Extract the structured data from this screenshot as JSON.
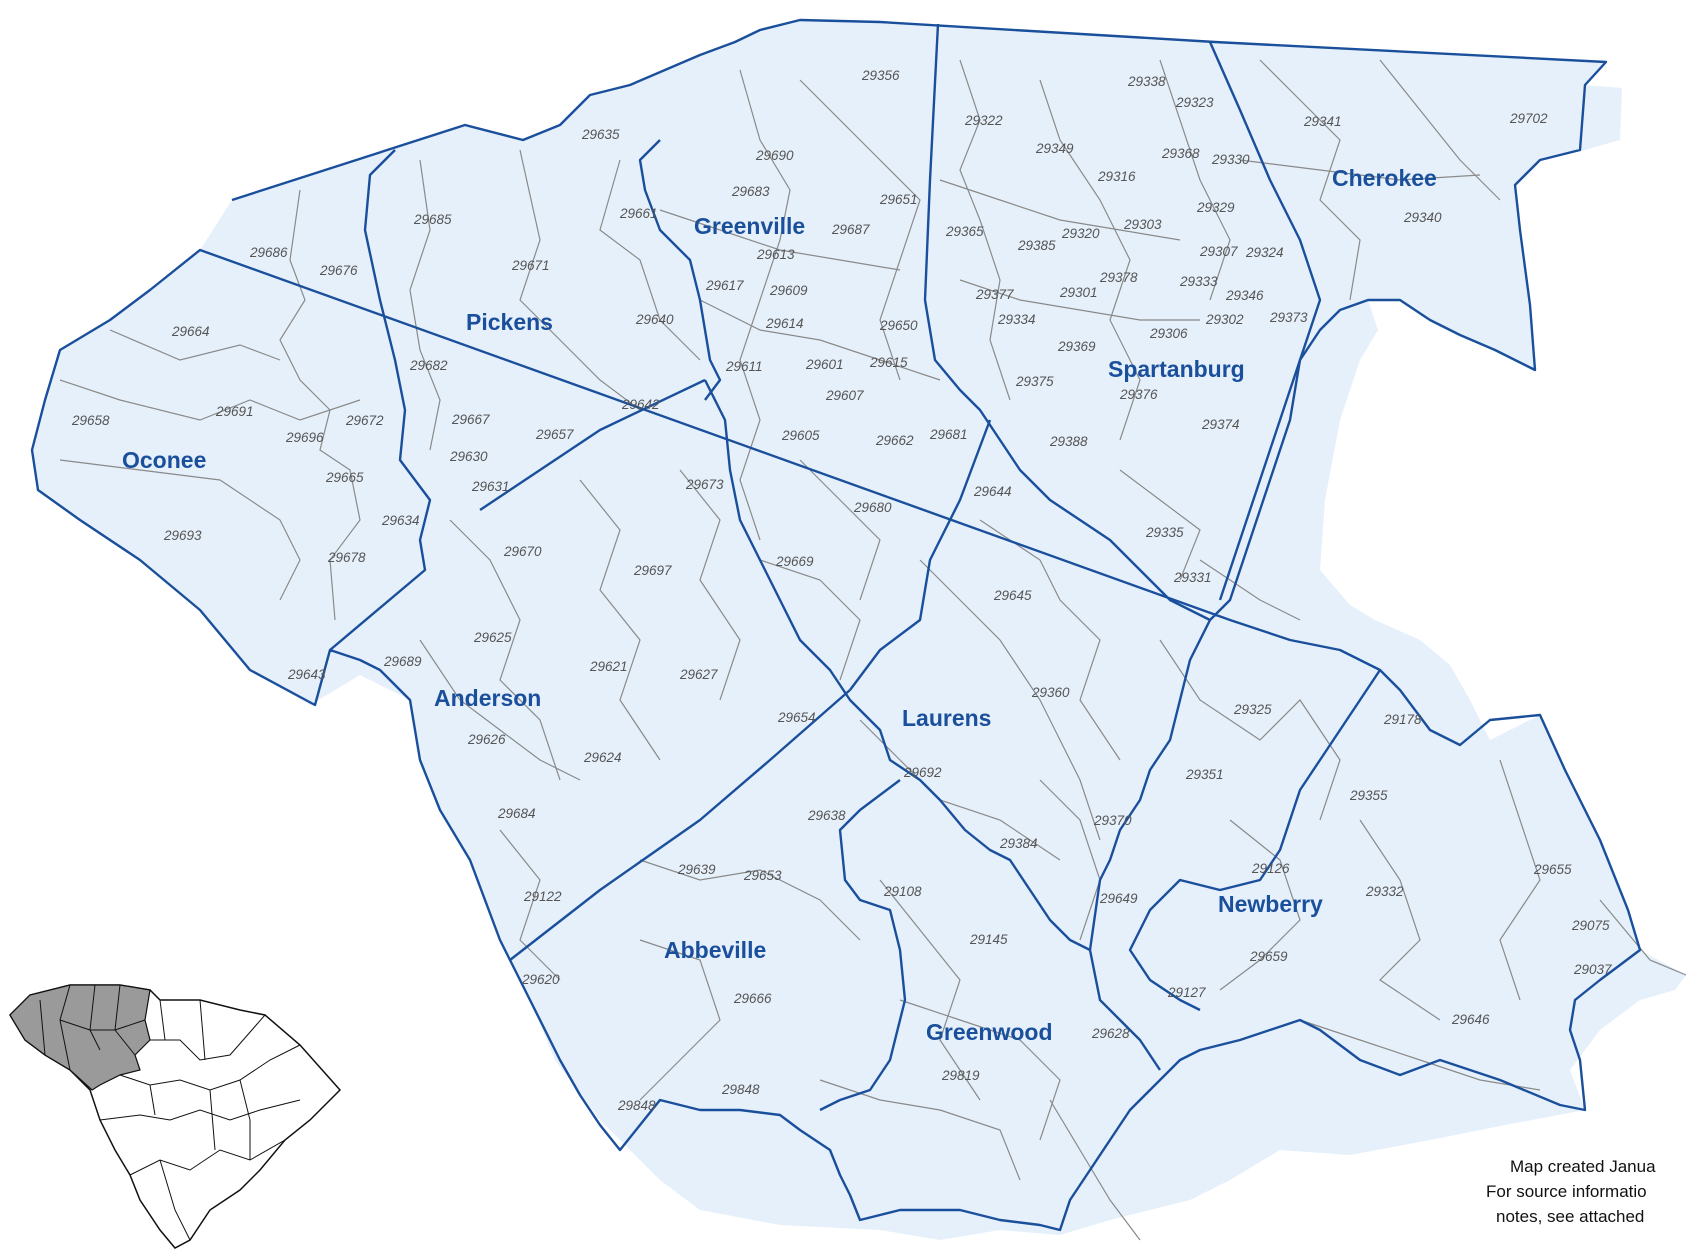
{
  "colors": {
    "fill": "#e6f0fb",
    "county_border": "#1a4f9c",
    "zip_border": "#8a8a8a",
    "county_label": "#1a4f9c",
    "zip_label": "#555555",
    "inset_highlight": "#9a9a9a",
    "inset_outline": "#111111"
  },
  "counties": [
    {
      "key": "oconee",
      "name": "Oconee"
    },
    {
      "key": "pickens",
      "name": "Pickens"
    },
    {
      "key": "greenville",
      "name": "Greenville"
    },
    {
      "key": "spartanburg",
      "name": "Spartanburg"
    },
    {
      "key": "cherokee",
      "name": "Cherokee"
    },
    {
      "key": "anderson",
      "name": "Anderson"
    },
    {
      "key": "laurens",
      "name": "Laurens"
    },
    {
      "key": "abbeville",
      "name": "Abbeville"
    },
    {
      "key": "greenwood",
      "name": "Greenwood"
    },
    {
      "key": "newberry",
      "name": "Newberry"
    }
  ],
  "zip_codes": [
    "29356",
    "29338",
    "29323",
    "29322",
    "29341",
    "29702",
    "29635",
    "29690",
    "29349",
    "29368",
    "29330",
    "29316",
    "29683",
    "29651",
    "29661",
    "29685",
    "29687",
    "29329",
    "29303",
    "29340",
    "29365",
    "29320",
    "29385",
    "29686",
    "29676",
    "29671",
    "29613",
    "29307",
    "29324",
    "29378",
    "29617",
    "29609",
    "29333",
    "29377",
    "29301",
    "29346",
    "29373",
    "29640",
    "29334",
    "29302",
    "29664",
    "29614",
    "29650",
    "29306",
    "29682",
    "29611",
    "29601",
    "29615",
    "29369",
    "29607",
    "29375",
    "29376",
    "29658",
    "29691",
    "29642",
    "29667",
    "29672",
    "29657",
    "29696",
    "29605",
    "29662",
    "29681",
    "29374",
    "29388",
    "29630",
    "29665",
    "29673",
    "29631",
    "29644",
    "29680",
    "29693",
    "29634",
    "29678",
    "29670",
    "29335",
    "29669",
    "29697",
    "29331",
    "29645",
    "29625",
    "29621",
    "29627",
    "29689",
    "29360",
    "29643",
    "29654",
    "29325",
    "29178",
    "29626",
    "29624",
    "29692",
    "29351",
    "29355",
    "29638",
    "29370",
    "29684",
    "29384",
    "29639",
    "29653",
    "29126",
    "29108",
    "29655",
    "29332",
    "29649",
    "29122",
    "29145",
    "29075",
    "29659",
    "29037",
    "29620",
    "29127",
    "29666",
    "29646",
    "29628",
    "29819",
    "29848"
  ],
  "notes": {
    "line1": "Map created Janua",
    "line2": "For source informatio",
    "line3": "notes, see attached"
  }
}
